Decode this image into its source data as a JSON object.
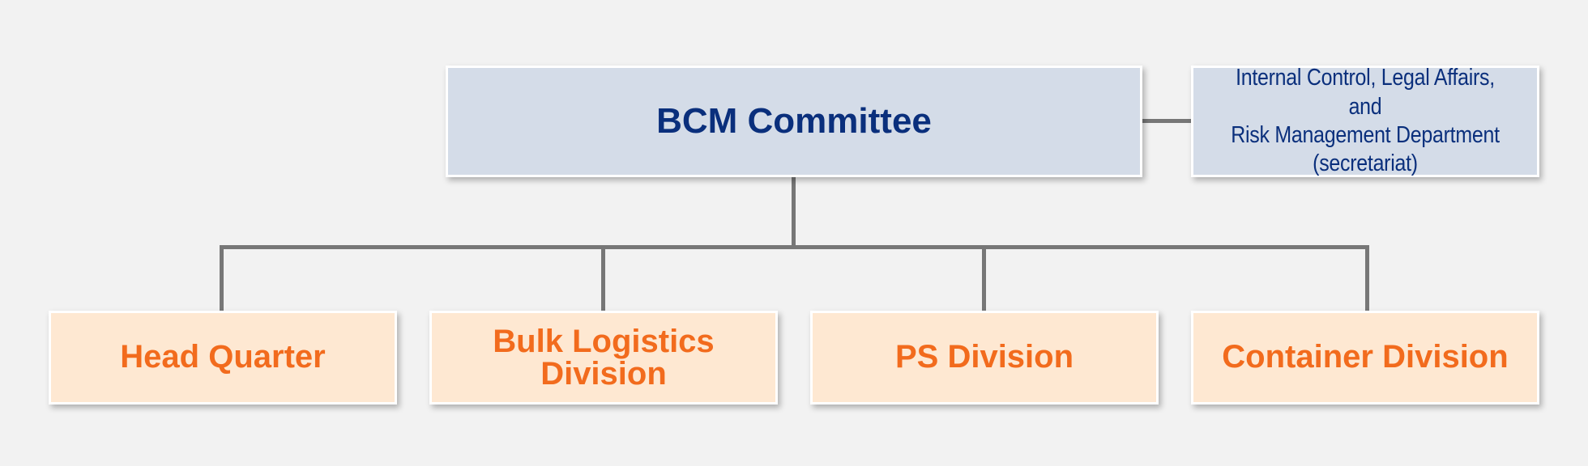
{
  "diagram": {
    "committee": {
      "label": "BCM Committee"
    },
    "secretariat": {
      "label": "Internal Control, Legal Affairs, and\nRisk Management Department\n(secretariat)"
    },
    "divisions": [
      {
        "label": "Head Quarter"
      },
      {
        "label": "Bulk Logistics\nDivision"
      },
      {
        "label": "PS Division"
      },
      {
        "label": "Container Division"
      }
    ],
    "colors": {
      "background": "#f2f2f2",
      "committee_fill": "#d4dce8",
      "committee_text": "#0a2f7c",
      "division_fill": "#fee8d2",
      "division_text": "#f26b1d",
      "connector": "#777777",
      "box_border": "#ffffff"
    }
  }
}
